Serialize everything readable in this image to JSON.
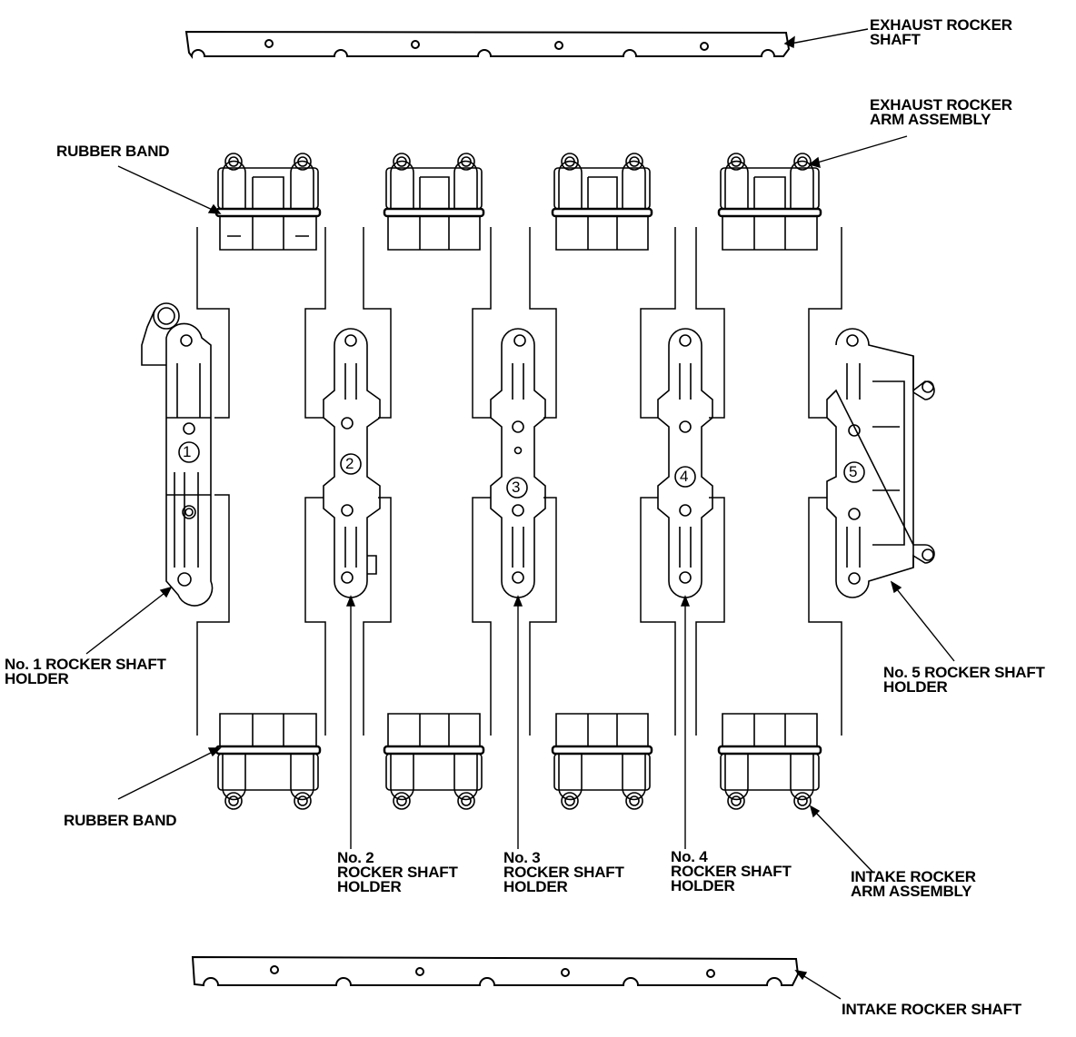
{
  "labels": {
    "exhaust_rocker_shaft": [
      "EXHAUST ROCKER",
      "SHAFT"
    ],
    "exhaust_rocker_arm_assembly": [
      "EXHAUST ROCKER",
      "ARM ASSEMBLY"
    ],
    "rubber_band_top": [
      "RUBBER BAND"
    ],
    "rubber_band_bottom": [
      "RUBBER BAND"
    ],
    "holder_1": [
      "No. 1 ROCKER SHAFT",
      "HOLDER"
    ],
    "holder_5": [
      "No. 5 ROCKER SHAFT",
      "HOLDER"
    ],
    "holder_2": [
      "No. 2",
      "ROCKER SHAFT",
      "HOLDER"
    ],
    "holder_3": [
      "No. 3",
      "ROCKER SHAFT",
      "HOLDER"
    ],
    "holder_4": [
      "No. 4",
      "ROCKER SHAFT",
      "HOLDER"
    ],
    "intake_rocker_arm_assembly": [
      "INTAKE ROCKER",
      "ARM ASSEMBLY"
    ],
    "intake_rocker_shaft": [
      "INTAKE ROCKER SHAFT"
    ]
  },
  "holder_numbers": [
    "1",
    "2",
    "3",
    "4",
    "5"
  ],
  "colors": {
    "line": "#000000",
    "background": "#ffffff"
  }
}
